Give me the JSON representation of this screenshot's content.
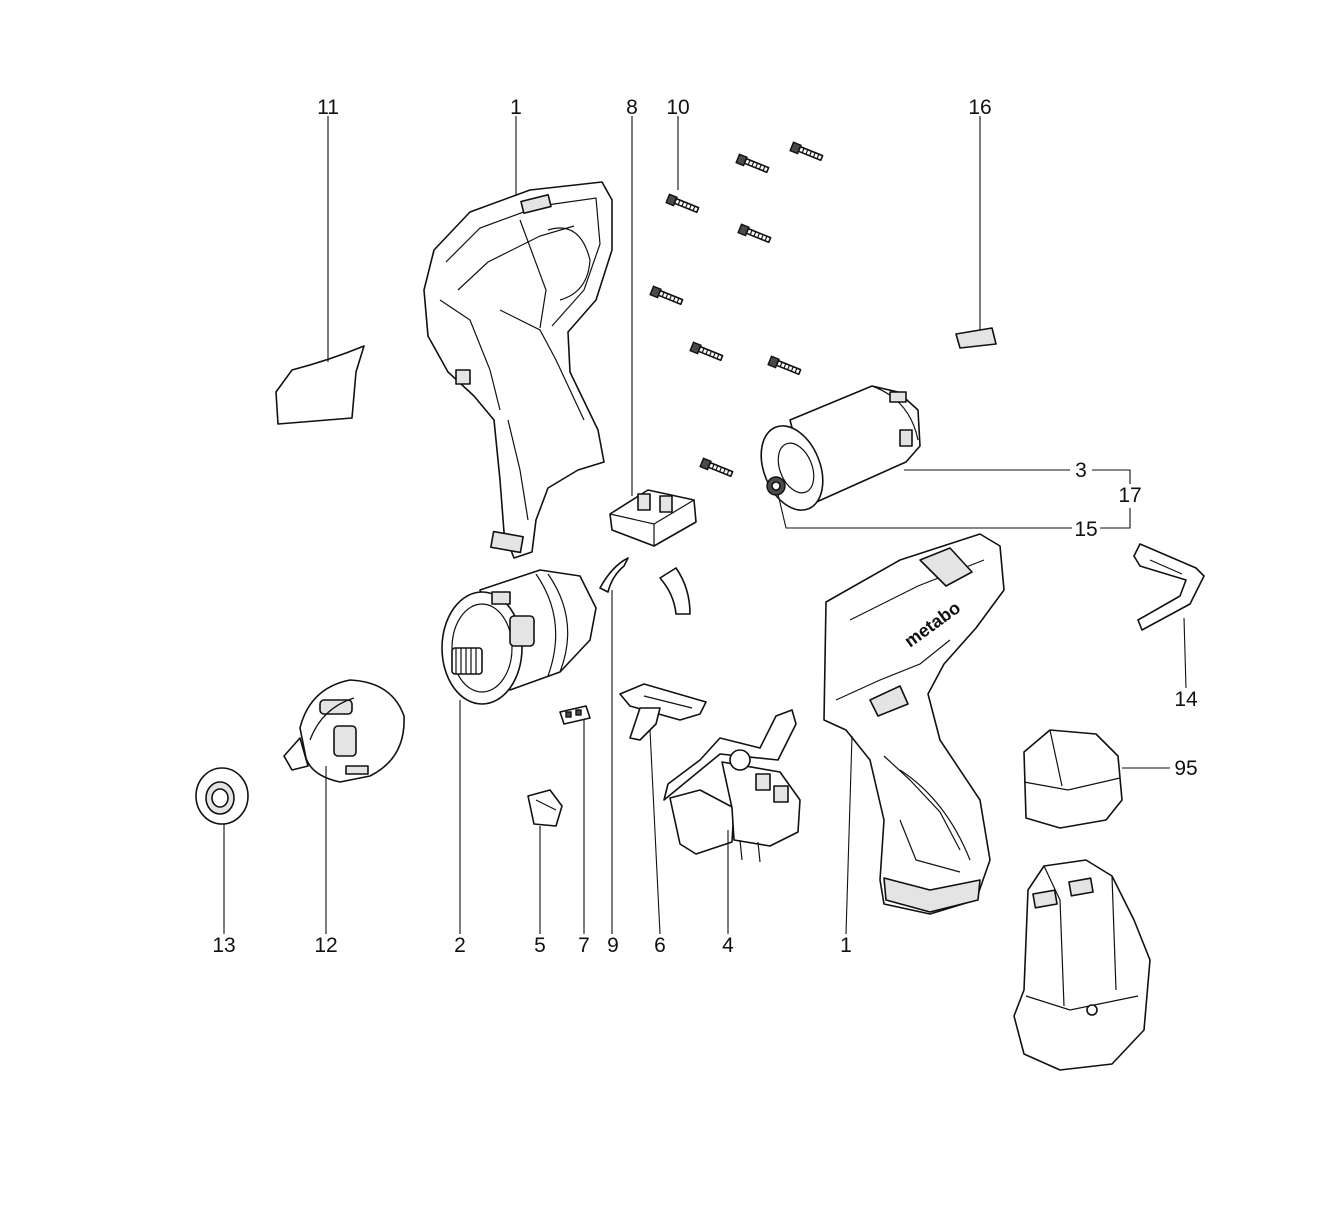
{
  "labels": {
    "housing_left": "1",
    "housing_right": "1",
    "gear_unit": "2",
    "motor": "3",
    "switch": "4",
    "slider": "5",
    "switch_cap": "6",
    "led_board": "7",
    "contact_plate": "8",
    "spring": "9",
    "screws": "10",
    "sticker": "11",
    "keyless_chuck": "12",
    "nut": "13",
    "belt_hook": "14",
    "pinion": "15",
    "label_plate": "16",
    "motor_assembly": "17",
    "battery_pack": "95"
  },
  "brand": "metabo"
}
